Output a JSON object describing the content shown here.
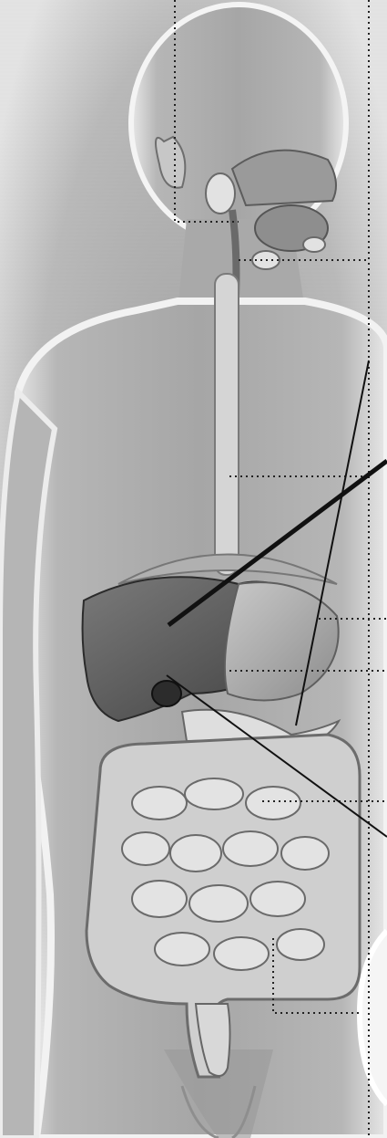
{
  "figure": {
    "subject": "human-digestive-system",
    "style": "grayscale-anatomical-illustration",
    "labels_visible": false
  },
  "leader_lines": [
    {
      "id": "salivary-glands",
      "style": "dotted"
    },
    {
      "id": "mouth",
      "style": "dotted"
    },
    {
      "id": "esophagus",
      "style": "dotted"
    },
    {
      "id": "stomach",
      "style": "dotted"
    },
    {
      "id": "pancreas",
      "style": "dotted"
    },
    {
      "id": "small-intestine",
      "style": "dotted"
    },
    {
      "id": "large-intestine",
      "style": "dotted"
    },
    {
      "id": "liver-pointer",
      "style": "solid-thick"
    },
    {
      "id": "pancreas-pointer",
      "style": "solid-thin"
    },
    {
      "id": "gallbladder-pointer",
      "style": "solid-thin"
    }
  ],
  "colors": {
    "background": "#ffffff",
    "body_fill": "#bdbdbd",
    "body_edge": "#8a8a8a",
    "liver": "#5e5e5e",
    "stomach": "#a9a9a9",
    "intestines": "#d6d6d6",
    "leader": "#222222"
  }
}
